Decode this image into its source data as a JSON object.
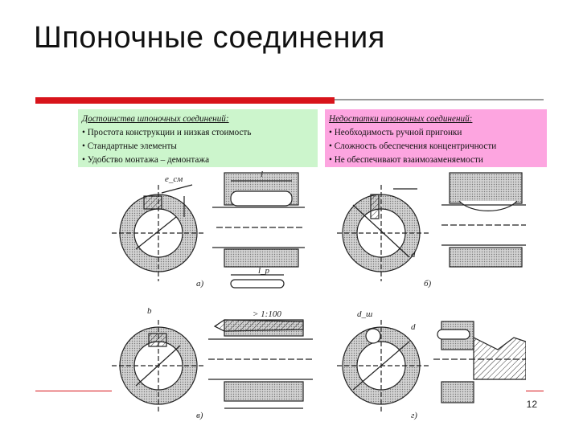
{
  "slide": {
    "title": "Шпоночные соединения",
    "page_number": "12"
  },
  "advantages": {
    "heading": "Достоинства шпоночных соединений:",
    "items": [
      "• Простота конструкции и низкая стоимость",
      "• Стандартные элементы",
      "• Удобство монтажа – демонтажа"
    ]
  },
  "disadvantages": {
    "heading": "Недостатки шпоночных соединений:",
    "items": [
      "• Необходимость ручной пригонки",
      "• Сложность обеспечения концентричности",
      "• Не обеспечивают взаимозаменяемости"
    ]
  },
  "figure": {
    "labels": {
      "a_esm": "e_см",
      "a_l": "l",
      "a_lp": "l_p",
      "a_sub": "a)",
      "b_d": "d",
      "b_sub": "б)",
      "c_b": "b",
      "c_slope": "> 1:100",
      "c_sub": "в)",
      "d_dsh": "d_ш",
      "d_d": "d",
      "d_sub": "г)"
    }
  },
  "colors": {
    "accent_red": "#d8141b",
    "advantages_bg": "#ccf5cc",
    "disadvantages_bg": "#fda5e0"
  }
}
